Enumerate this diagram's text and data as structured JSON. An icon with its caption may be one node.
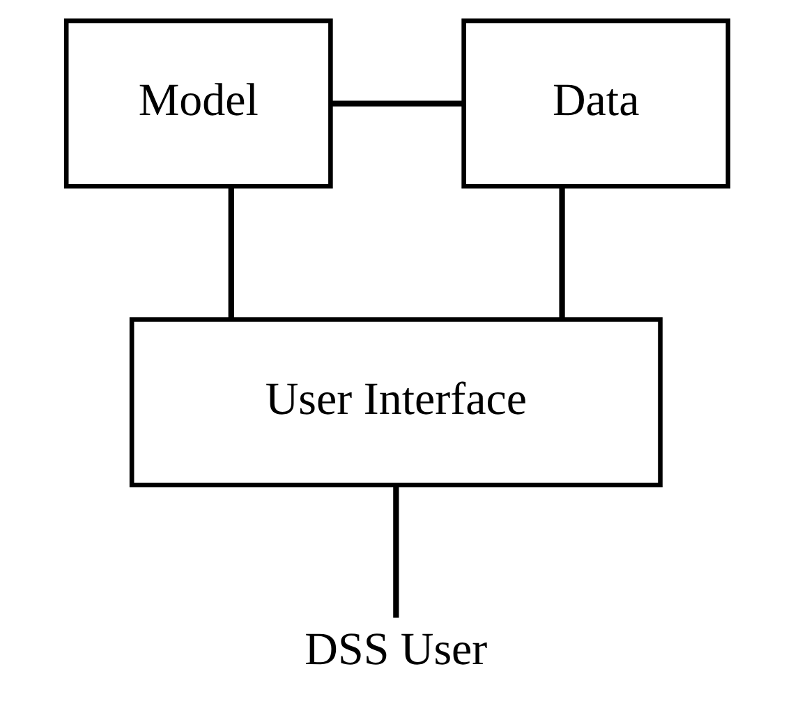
{
  "diagram": {
    "nodes": [
      {
        "text": [
          "Model"
        ]
      },
      {
        "text": [
          "Data"
        ]
      },
      {
        "text": [
          "User Interface"
        ]
      },
      {
        "text": [
          "DSS User"
        ]
      }
    ],
    "edges": [
      {
        "from": 0,
        "to": 1,
        "arrow": "none"
      },
      {
        "from": 0,
        "to": 2,
        "arrow": "none"
      },
      {
        "from": 1,
        "to": 2,
        "arrow": "none"
      },
      {
        "from": 2,
        "to": 3,
        "arrow": "none"
      }
    ]
  }
}
